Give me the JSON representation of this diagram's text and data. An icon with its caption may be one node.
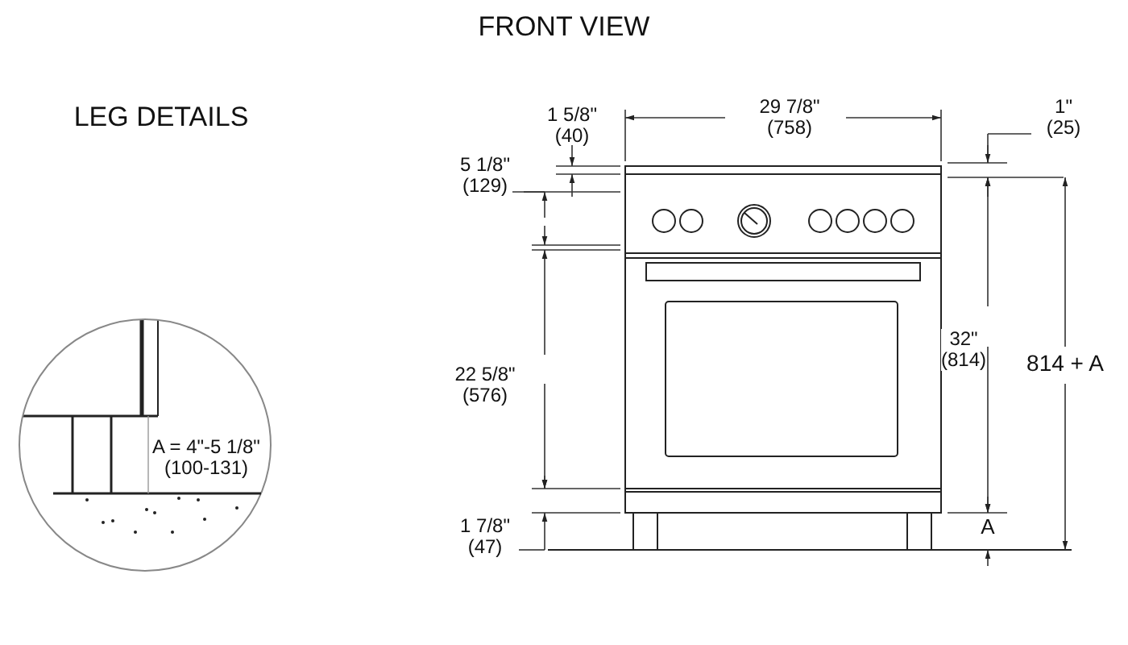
{
  "diagram": {
    "title": "FRONT VIEW",
    "labels": [
      "LEG DETAILS",
      "1 5/8\" (40)",
      "29 7/8\" (758)",
      "1\" (25)",
      "5 1/8\" (129)",
      "22 5/8\" (576)",
      "32\" (814)",
      "814 + A",
      "A = 4\"-5 1/8\" (100-131)",
      "1 7/8\" (47)",
      "A"
    ]
  }
}
